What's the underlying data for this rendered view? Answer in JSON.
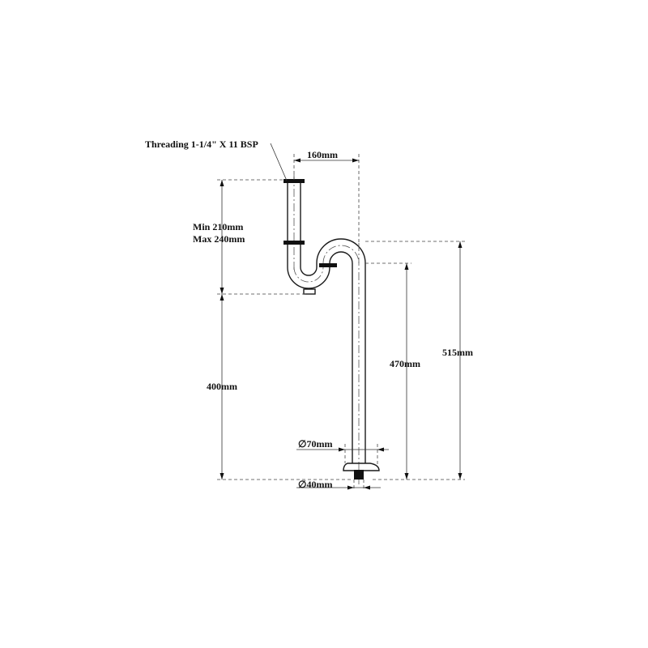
{
  "labels": {
    "threading": "Threading 1-1/4\" X 11 BSP",
    "horizontal_offset": "160mm",
    "inlet_min": "Min 210mm",
    "inlet_max": "Max 240mm",
    "inlet_to_floor": "400mm",
    "outlet_drop": "470mm",
    "total_height": "515mm",
    "flange_diameter_symbol": "∅",
    "flange_diameter_value": "70mm",
    "outlet_diameter_symbol": "∅",
    "outlet_diameter_value": "40mm"
  },
  "colors": {
    "line": "#1a1a1a",
    "band": "#111111"
  }
}
